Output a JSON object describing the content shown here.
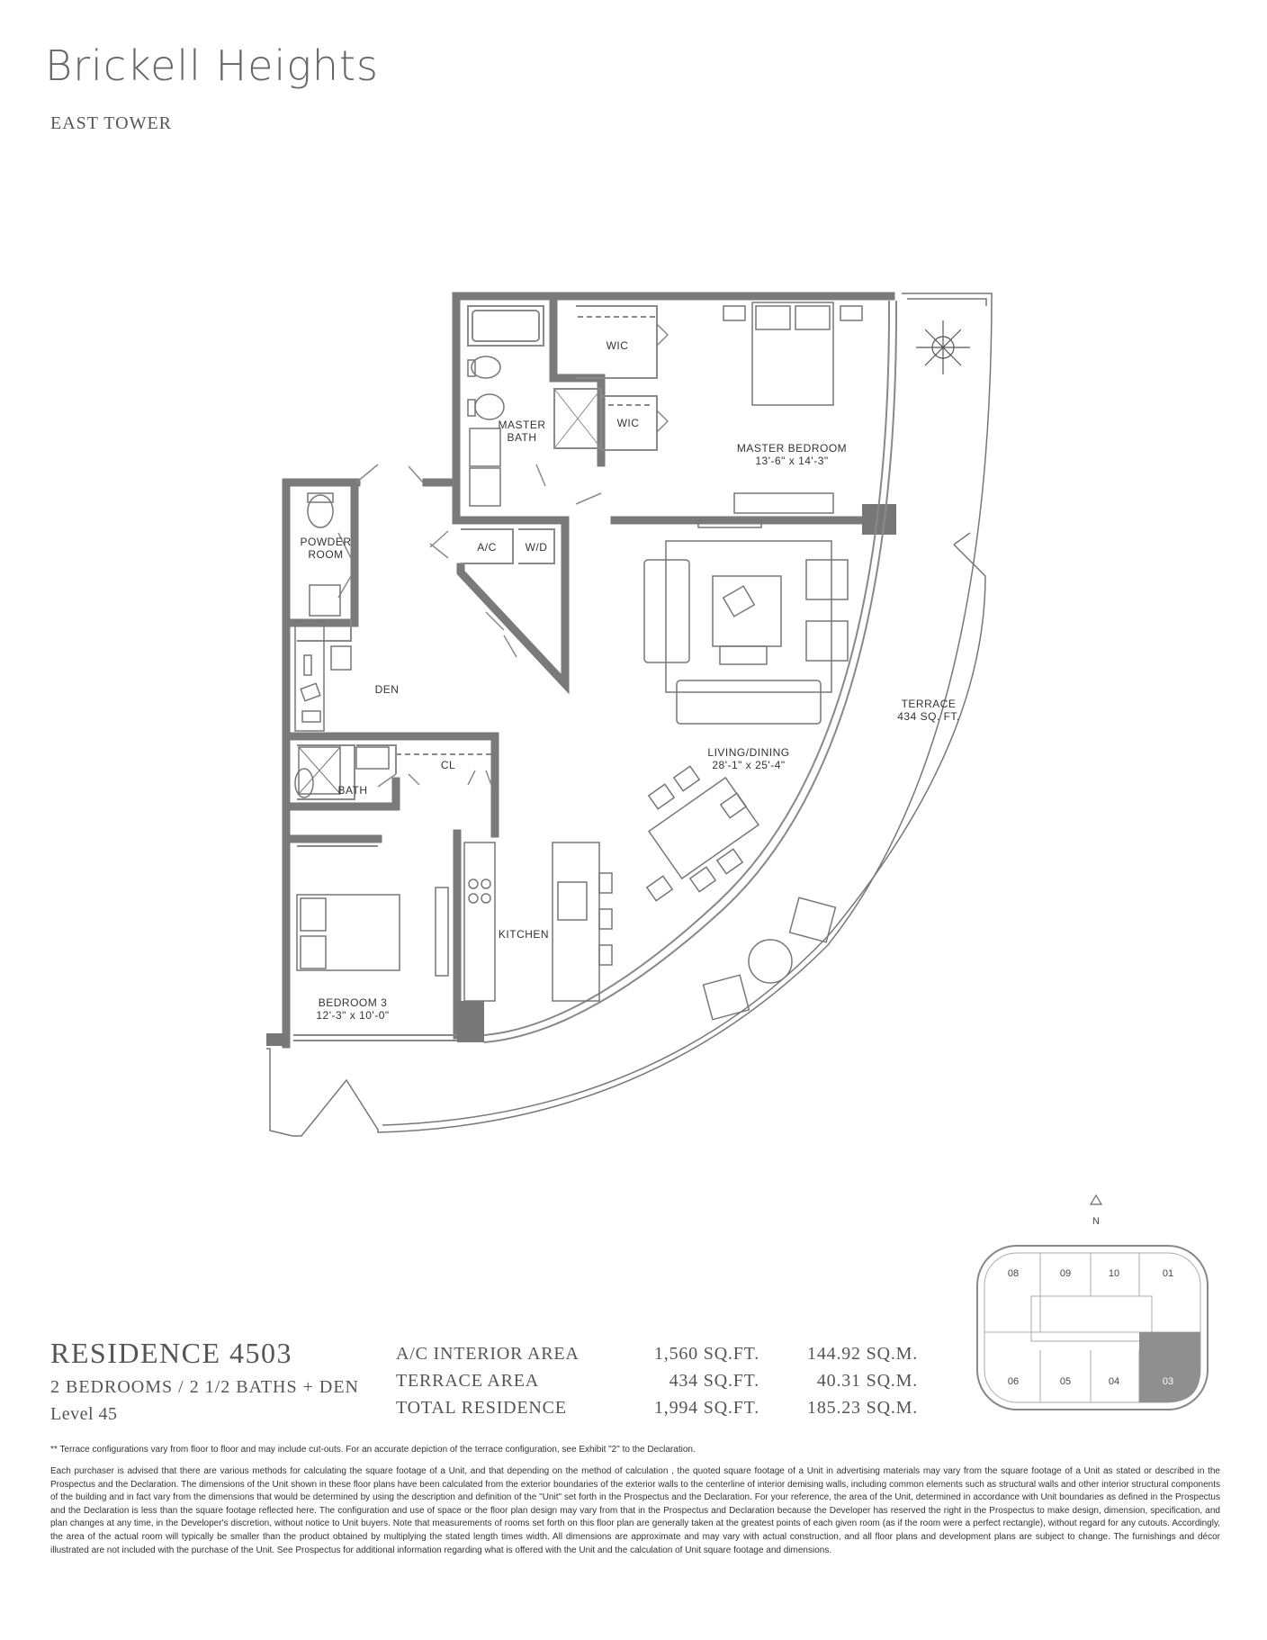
{
  "header": {
    "brand": "Brickell Heights",
    "tower": "EAST TOWER"
  },
  "rooms": {
    "wic_1": "WIC",
    "wic_2": "WIC",
    "master_bath_1": "MASTER",
    "master_bath_2": "BATH",
    "master_bedroom": "MASTER BEDROOM",
    "master_bedroom_dim": "13'-6\" x 14'-3\"",
    "powder_1": "POWDER",
    "powder_2": "ROOM",
    "ac": "A/C",
    "wd": "W/D",
    "den": "DEN",
    "living": "LIVING/DINING",
    "living_dim": "28'-1\" x 25'-4\"",
    "bath": "BATH",
    "cl": "CL",
    "kitchen": "KITCHEN",
    "bedroom3": "BEDROOM 3",
    "bedroom3_dim": "12'-3\" x 10'-0\"",
    "terrace": "TERRACE",
    "terrace_area": "434 SQ. FT."
  },
  "residence": {
    "title": "RESIDENCE 4503",
    "subtitle": "2 BEDROOMS / 2 1/2 BATHS + DEN",
    "level": "Level 45"
  },
  "areas": [
    {
      "label": "A/C INTERIOR AREA",
      "sqft": "1,560 SQ.FT.",
      "sqm": "144.92 SQ.M."
    },
    {
      "label": "TERRACE AREA",
      "sqft": "434 SQ.FT.",
      "sqm": "40.31 SQ.M."
    },
    {
      "label": "TOTAL RESIDENCE",
      "sqft": "1,994 SQ.FT.",
      "sqm": "185.23 SQ.M."
    }
  ],
  "keyplan": {
    "north": "N",
    "units_top": [
      "08",
      "09",
      "10",
      "01"
    ],
    "units_bottom": [
      "06",
      "05",
      "04",
      "03"
    ],
    "selected": "03"
  },
  "notes": {
    "terrace_note": "** Terrace configurations vary from floor to floor and may include cut-outs.  For an accurate depiction of the terrace configuration, see Exhibit \"2\" to the Declaration.",
    "disclaimer": "Each purchaser is advised that there are various methods for calculating the square footage of a Unit, and that depending on the method of calculation , the quoted square footage of a Unit in advertising materials may vary from the square footage of a Unit as stated or described in the Prospectus and the Declaration.  The dimensions of the Unit shown in these floor plans have been calculated from the exterior boundaries of the exterior walls to the centerline of interior demising walls, including common elements such as structural walls and other interior structural components of the building and in fact vary from the dimensions that would be determined by using the description and definition of the \"Unit\" set forth in the Prospectus and the Declaration.  For your reference, the area of the Unit, determined in accordance with Unit boundaries as defined in the Prospectus and the Declaration is less than the square footage reflected here. The configuration and use of space or the floor plan design may vary from that in the Prospectus and Declaration because the Developer has reserved the right in the Prospectus to make design, dimension, specification, and plan changes at any time, in the Developer's discretion, without notice to Unit buyers. Note that measurements of rooms set forth on this floor plan are generally taken at the greatest points of each given room (as if the room were a perfect rectangle), without regard for any cutouts.  Accordingly, the area of the actual room will typically be smaller than the product obtained by multiplying the stated length times width.  All dimensions are approximate and may vary with actual construction, and all floor plans and development plans are subject to change.  The furnishings and décor illustrated are not included with the purchase of the Unit. See Prospectus for additional information regarding what is offered with the Unit and the calculation of Unit square footage and dimensions."
  }
}
